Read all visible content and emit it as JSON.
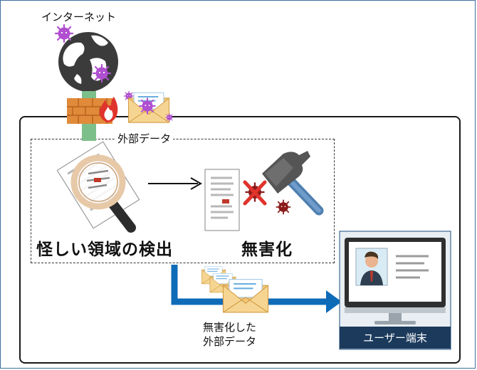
{
  "labels": {
    "internet": "インターネット",
    "external_data": "外部データ",
    "detect": "怪しい領域の検出",
    "neutralize": "無害化",
    "sanitized_line1": "無害化した",
    "sanitized_line2": "外部データ",
    "user_terminal": "ユーザー端末"
  },
  "icons": {
    "globe": "globe-icon",
    "virus": "virus-icon",
    "firewall": "firewall-icon",
    "envelope": "envelope-icon",
    "magnifier": "magnifier-icon",
    "document": "document-icon",
    "hammer": "hammer-icon",
    "monitor": "monitor-icon"
  },
  "colors": {
    "arrow_blue": "#0e6bb8",
    "terminal_bar": "#1b3a5c",
    "virus_purple": "#b04fd0",
    "virus_red": "#c0392b",
    "firewall_orange": "#e08a3a",
    "flame_red": "#e0332c",
    "envelope_tan": "#f2c77a"
  }
}
